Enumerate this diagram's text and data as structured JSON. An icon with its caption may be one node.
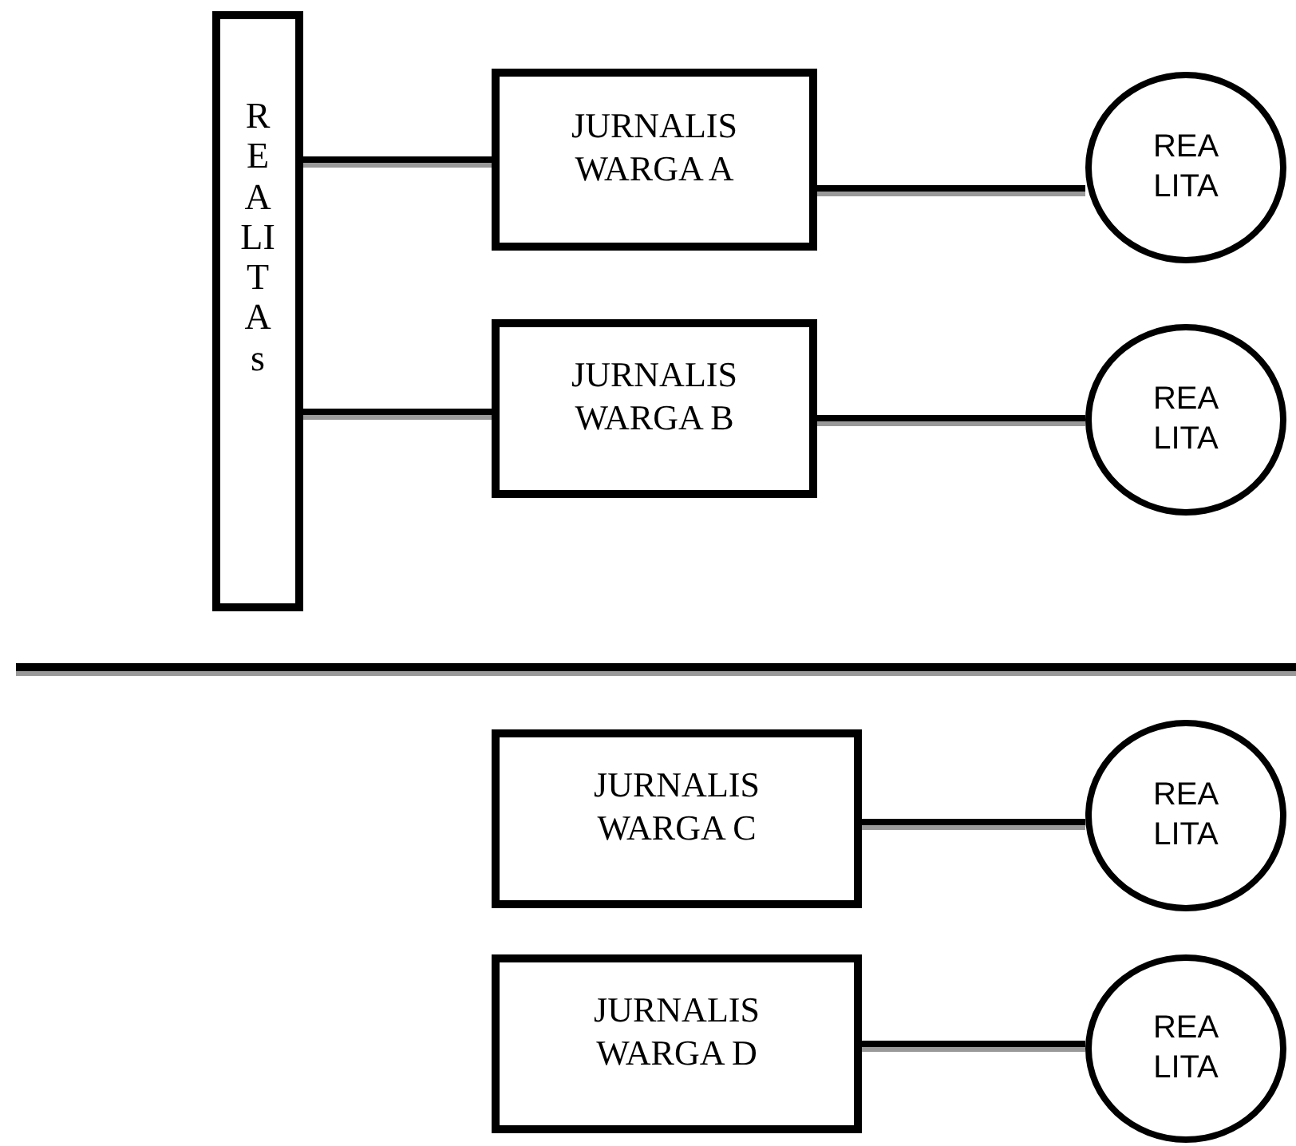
{
  "diagram": {
    "nodes": [
      {
        "text": [
          "REALITAs"
        ]
      },
      {
        "text": [
          "JURNALIS WARGA A"
        ]
      },
      {
        "text": [
          "REA LITA"
        ]
      },
      {
        "text": [
          "JURNALIS WARGA B"
        ]
      },
      {
        "text": [
          "REA LITA"
        ]
      },
      {
        "text": [
          "JURNALIS WARGA C"
        ]
      },
      {
        "text": [
          "REA LITA"
        ]
      },
      {
        "text": [
          "JURNALIS WARGA D"
        ]
      },
      {
        "text": [
          "REA LITA"
        ]
      }
    ],
    "edges": [
      {
        "from": 0,
        "to": 1,
        "arrow": "none"
      },
      {
        "from": 1,
        "to": 2,
        "arrow": "none"
      },
      {
        "from": 0,
        "to": 3,
        "arrow": "none"
      },
      {
        "from": 3,
        "to": 4,
        "arrow": "none"
      },
      {
        "from": 5,
        "to": 6,
        "arrow": "none"
      },
      {
        "from": 7,
        "to": 8,
        "arrow": "none"
      }
    ]
  }
}
